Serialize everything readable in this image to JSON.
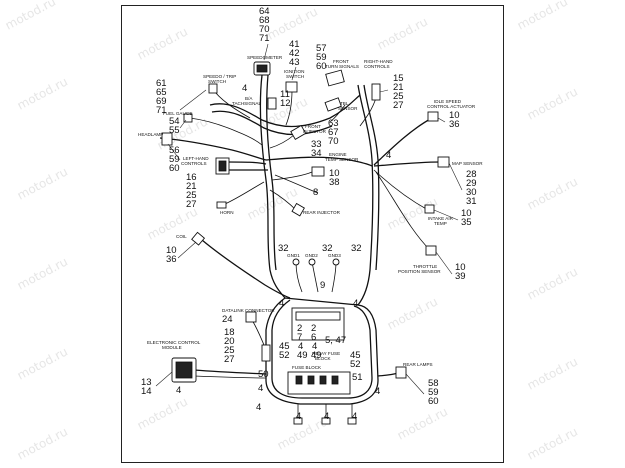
{
  "watermark": "motod.ru",
  "components": {
    "speedometer": "SPEEDOMETER",
    "speed_trip_switch": [
      "SPEEDO / TRIP",
      "SWITCH"
    ],
    "ignition_switch": [
      "IGNITION",
      "SWITCH"
    ],
    "front_turn_signals": [
      "FRONT",
      "TURN SIGNALS"
    ],
    "right_hand_controls": [
      "RIGHT-HAND",
      "CONTROLS"
    ],
    "bas_tachsignal": [
      "B/A",
      "TACHSIGNAL"
    ],
    "fuel_gauge": "FUEL GAUGE",
    "headlamp": "HEADLAMP",
    "left_hand_controls": [
      "LEFT-HAND",
      "CONTROLS"
    ],
    "front_injector": [
      "FRONT",
      "INJECTOR"
    ],
    "tbl_sensor": [
      "TBL",
      "SENSOR"
    ],
    "engine_temp_sensor": [
      "ENGINE",
      "TEMP SENSOR"
    ],
    "horn": "HORN",
    "rear_injector": "REAR INJECTOR",
    "idle_speed_actuator": [
      "IDLE SPEED",
      "CONTROL ACTUATOR"
    ],
    "map_sensor": "MAP SENSOR",
    "intake_air_temp": [
      "INTAKE AIR",
      "TEMP"
    ],
    "throttle_position_sensor": [
      "THROTTLE",
      "POSITION SENSOR"
    ],
    "coil": "COIL",
    "gnd1": "GND1",
    "gnd2": "GND2",
    "gnd3": "GND3",
    "datalink_connector": "DATALINK CONNECTOR",
    "relay_fuse_block": [
      "RELAY FUSE",
      "BLOCK"
    ],
    "ecm": [
      "ELECTRONIC CONTROL",
      "MODULE"
    ],
    "fuse_block": "FUSE BLOCK",
    "rear_lamps": "REAR LAMPS"
  },
  "refs": {
    "speedometer": [
      "64",
      "68",
      "70",
      "71"
    ],
    "ignition": [
      "41",
      "42",
      "43"
    ],
    "front_turn": [
      "57",
      "59",
      "60"
    ],
    "right_hand": [
      "15",
      "21",
      "25",
      "27"
    ],
    "speed_trip": [
      "61",
      "65",
      "69",
      "71"
    ],
    "speedo_conn": "4",
    "bas_tach": [
      "11",
      "12"
    ],
    "fuel_gauge": [
      "54",
      "55"
    ],
    "headlamp": [
      "56",
      "59",
      "60"
    ],
    "tbl": [
      "63",
      "67",
      "70"
    ],
    "front_injector": [
      "33",
      "34"
    ],
    "left_hand": [
      "16",
      "21",
      "25",
      "27"
    ],
    "engine_temp": [
      "10",
      "38"
    ],
    "horn_ref": "8",
    "idle_speed": [
      "10",
      "36"
    ],
    "idle_4": "4",
    "map_sensor": [
      "28",
      "29",
      "30",
      "31"
    ],
    "intake_air": [
      "10",
      "35"
    ],
    "coil": [
      "10",
      "36"
    ],
    "throttle": [
      "10",
      "39"
    ],
    "ground_32_left": "32",
    "ground_32_mid": "32",
    "ground_32_right": "32",
    "harness_9": "9",
    "harness_4_left": "4",
    "harness_4_right": "4",
    "datalink": "24",
    "left_stack": [
      "18",
      "20",
      "25",
      "27"
    ],
    "relay_block_a": [
      "2",
      "7"
    ],
    "relay_block_b": [
      "2",
      "6"
    ],
    "relay_block_c": "5, 47",
    "relay_45_52": [
      "45",
      "52"
    ],
    "relay_4_49_a": "4",
    "relay_49_a": "49",
    "relay_4_49_b": "4",
    "relay_49_b": "49",
    "right_45_52": [
      "45",
      "52"
    ],
    "ecm_refs": [
      "13",
      "14"
    ],
    "ecm_4": "4",
    "ref_50": "50",
    "ref_51": "51",
    "lower_4a": "4",
    "lower_4b": "4",
    "lower_4c": "4",
    "lower_4d": "4",
    "lower_4e": "4",
    "lower_4f": "4",
    "rear_lamps": [
      "58",
      "59",
      "60"
    ]
  }
}
